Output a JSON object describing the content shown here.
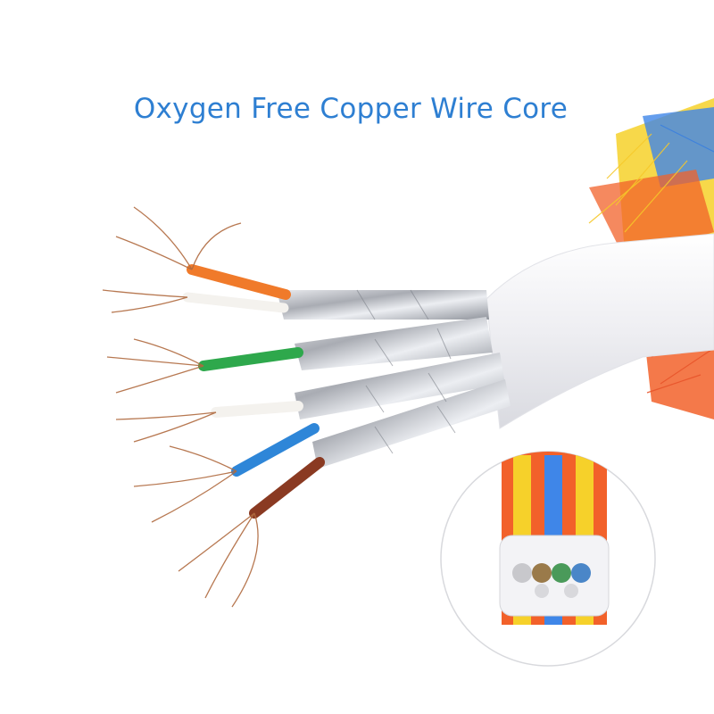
{
  "headline": "Oxygen Free Copper Wire Core",
  "colors": {
    "headline_text": "#2e7fd2",
    "cable_jacket": "#eeeef2",
    "foil_shield": "#c9cbd0",
    "copper": "#b06a3f",
    "braid_orange": "#f2612a",
    "braid_yellow": "#f6d12a",
    "braid_blue": "#3f86e8"
  },
  "wires": [
    {
      "name": "orange",
      "color": "#f07a2a"
    },
    {
      "name": "white-orange",
      "color": "#f4f2ee"
    },
    {
      "name": "green",
      "color": "#2ea84c"
    },
    {
      "name": "white-green",
      "color": "#f4f2ee"
    },
    {
      "name": "blue",
      "color": "#2e86d8"
    },
    {
      "name": "brown",
      "color": "#8a3a22"
    }
  ],
  "inset": {
    "shape": "circle",
    "content": "cable-cross-section"
  }
}
